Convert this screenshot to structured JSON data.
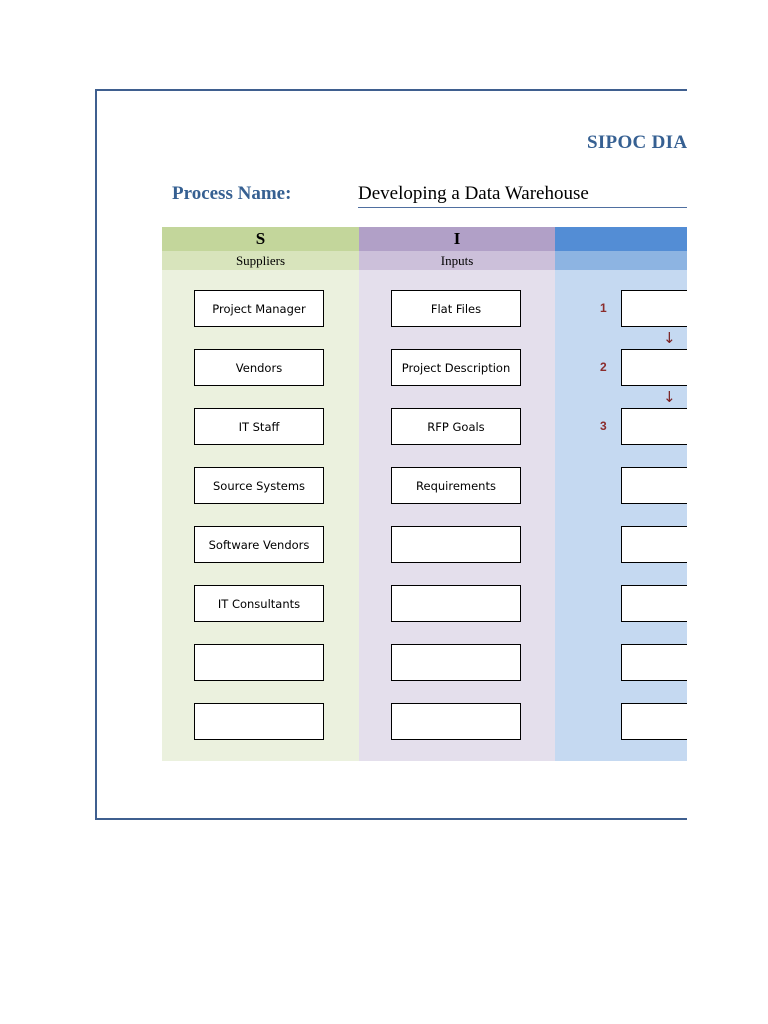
{
  "title": "SIPOC DIA",
  "process_name": {
    "label": "Process Name:",
    "value": "Developing a Data Warehouse"
  },
  "columns": {
    "suppliers": {
      "letter": "S",
      "label": "Suppliers",
      "items": [
        "Project Manager",
        "Vendors",
        "IT Staff",
        "Source Systems",
        "Software Vendors",
        "IT Consultants",
        "",
        ""
      ]
    },
    "inputs": {
      "letter": "I",
      "label": "Inputs",
      "items": [
        "Flat Files",
        "Project Description",
        "RFP Goals",
        "Requirements",
        "",
        "",
        "",
        ""
      ]
    },
    "process": {
      "letter": "",
      "label": "",
      "step_numbers": [
        "1",
        "2",
        "3"
      ],
      "arrow_glyph": "↓"
    }
  },
  "colors": {
    "title": "#366092",
    "suppliers_header": "#c3d69b",
    "suppliers_body": "#ebf1de",
    "inputs_header": "#b1a0c7",
    "inputs_body": "#e4dfec",
    "process_header": "#538dd5",
    "process_body": "#c5d9f1",
    "step_number": "#8b2c2c"
  }
}
